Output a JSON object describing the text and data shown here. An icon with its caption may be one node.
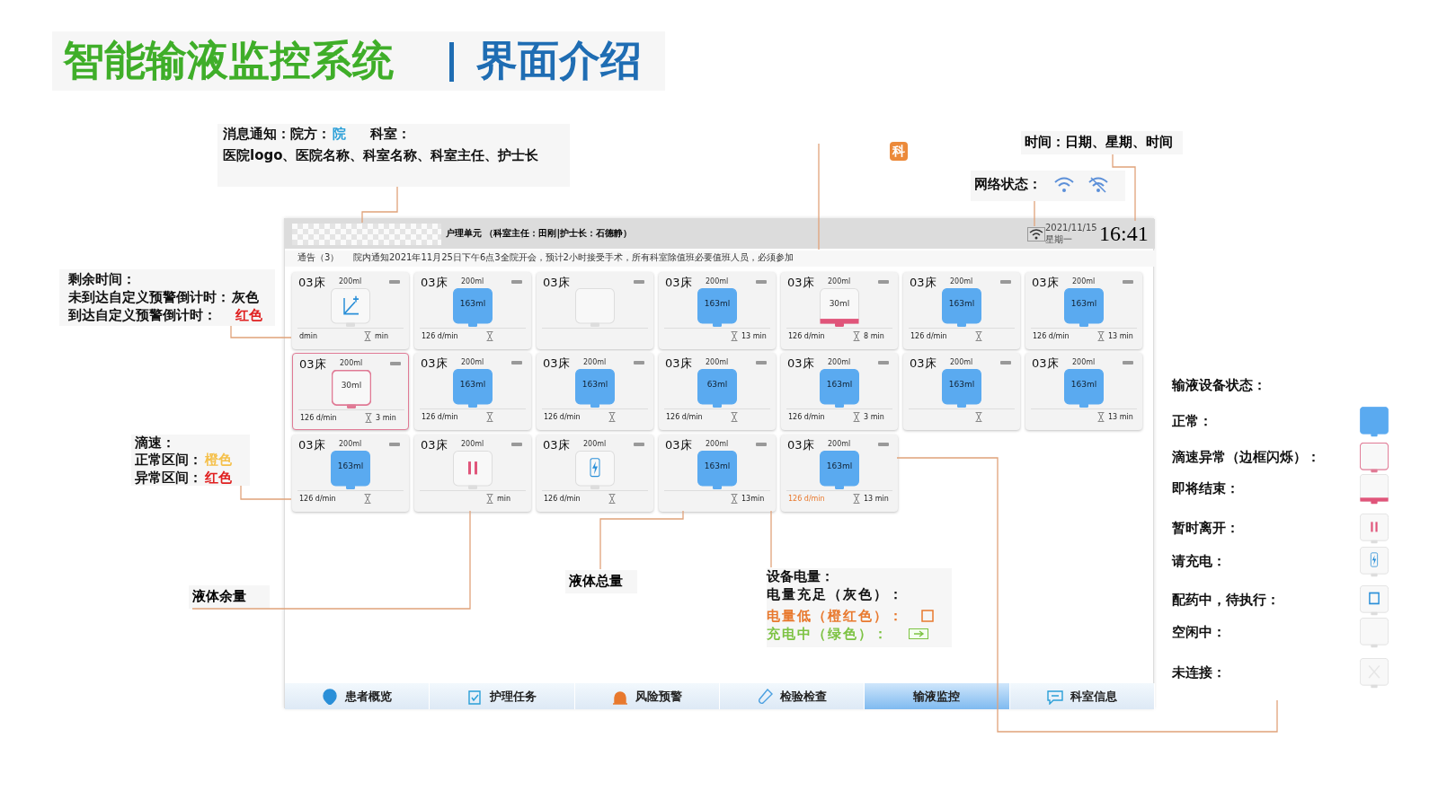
{
  "diagram": {
    "title": "智能输液监控系统",
    "nodes": [
      {
        "text": [
          "消息通知：院方：",
          "院",
          "科室：",
          "医院logo、医院名称、科室名称、科室主任、护士长"
        ]
      },
      {
        "text": [
          "时间：日期、星期、时间"
        ]
      },
      {
        "text": [
          "网络状态："
        ]
      },
      {
        "text": [
          "剩余时间：",
          "未到达自定义预警倒计时：",
          "灰色",
          "到达自定义预警倒计时：",
          "红色"
        ]
      },
      {
        "text": [
          "滴速：",
          "正常区间：",
          "橙色",
          "异常区间：",
          "红色"
        ]
      },
      {
        "text": [
          "液体余量"
        ]
      },
      {
        "text": [
          "输液设备状态：",
          "正常：",
          "滴速异常（边框闪烁）：",
          "即将结束：",
          "暂时离开：",
          "请充电：",
          "配药中，待执行：",
          "空闲中：",
          "未连接："
        ]
      },
      {
        "text": [],
        "shape": "box"
      },
      {
        "text": [
          "户理单元 （科室主任：田刚|护士长：石德静）"
        ],
        "in": 7
      },
      {
        "text": [],
        "shape": "box",
        "in": 8
      },
      {
        "text": [],
        "shape": "picture",
        "in": 8
      },
      {
        "text": [
          "2021/11/15",
          "星期一"
        ],
        "in": 8
      },
      {
        "text": [
          "16:41"
        ],
        "in": 8
      },
      {
        "text": [
          "通告（3）",
          "院内通知2021年11月25日下午6点3全院开会，预计2小时接受手术，所有科室除值班必要值班人员，必须参加"
        ],
        "in": 7
      },
      {
        "text": [
          "03床",
          "200ml",
          "dmin",
          "min"
        ],
        "in": 7
      },
      {
        "text": [
          "03床",
          "200ml",
          "163ml",
          "126 d/min"
        ],
        "in": 7
      },
      {
        "text": [
          "03床"
        ],
        "in": 7
      },
      {
        "text": [
          "03床",
          "200ml",
          "163ml",
          "13 min"
        ],
        "in": 7
      },
      {
        "text": [
          "03床",
          "200ml",
          "30ml",
          "126 d/min",
          "8 min"
        ],
        "in": 7
      },
      {
        "text": [
          "03床",
          "200ml",
          "163ml",
          "126 d/min"
        ],
        "in": 7
      },
      {
        "text": [
          "03床",
          "200ml",
          "163ml",
          "126 d/min",
          "13 min"
        ],
        "in": 7
      },
      {
        "text": [
          "03床",
          "200ml",
          "30ml",
          "126 d/min",
          "3 min"
        ],
        "in": 7
      },
      {
        "text": [
          "03床",
          "200ml",
          "163ml",
          "126 d/min"
        ],
        "in": 7
      },
      {
        "text": [
          "03床",
          "200ml",
          "163ml",
          "126 d/min"
        ],
        "in": 7
      },
      {
        "text": [
          "03床",
          "200ml",
          "63ml",
          "126 d/min"
        ],
        "in": 7
      },
      {
        "text": [
          "03床",
          "200ml",
          "163ml",
          "126 d/min",
          "3 min"
        ],
        "in": 7
      },
      {
        "text": [
          "03床",
          "200ml",
          "163ml"
        ],
        "in": 7
      },
      {
        "text": [
          "03床",
          "200ml",
          "163ml",
          "13 min"
        ],
        "in": 7
      },
      {
        "text": [
          "03床",
          "200ml",
          "163ml",
          "126 d/min"
        ],
        "in": 7
      },
      {
        "text": [
          "03床",
          "200ml",
          "min"
        ],
        "in": 7
      },
      {
        "text": [
          "03床",
          "200ml",
          "126 d/min"
        ],
        "in": 7
      },
      {
        "text": [
          "03床",
          "200ml",
          "163ml",
          "13min"
        ],
        "in": 7
      },
      {
        "text": [
          "03床",
          "200ml",
          "163ml",
          "126 d/min",
          "13 min"
        ],
        "in": 7
      },
      {
        "text": [
          "患者概览"
        ],
        "in": 7
      },
      {
        "text": [
          "护理任务"
        ],
        "in": 7
      },
      {
        "text": [
          "风险预警"
        ],
        "in": 7
      },
      {
        "text": [
          "检验检查"
        ],
        "in": 7
      },
      {
        "text": [
          "输液监控"
        ],
        "in": 7
      },
      {
        "text": [
          "科室信息"
        ],
        "in": 7
      },
      {
        "text": [
          "液体总量"
        ],
        "in": 7
      },
      {
        "text": [
          "设备电量：",
          "电量充足（灰色）：",
          "电量低（橙红色）：",
          "充电中（绿色）："
        ],
        "in": 7
      }
    ],
    "edges": [
      {
        "from": 0,
        "to": 9,
        "arrow": "none"
      },
      {
        "from": null,
        "to": 13,
        "arrow": "none"
      },
      {
        "from": 1,
        "to": 12,
        "arrow": "none"
      },
      {
        "from": 2,
        "to": 10,
        "arrow": "none"
      },
      {
        "from": 3,
        "to": 14,
        "arrow": "none"
      },
      {
        "from": 4,
        "to": 28,
        "arrow": "none"
      },
      {
        "from": 5,
        "to": 29,
        "arrow": "none"
      },
      {
        "from": 39,
        "to": 31,
        "arrow": "none"
      },
      {
        "from": 40,
        "to": 31,
        "arrow": "none"
      },
      {
        "from": 6,
        "to": 32,
        "arrow": "none"
      }
    ],
    "labels": [
      "界面介绍",
      "科"
    ]
  }
}
